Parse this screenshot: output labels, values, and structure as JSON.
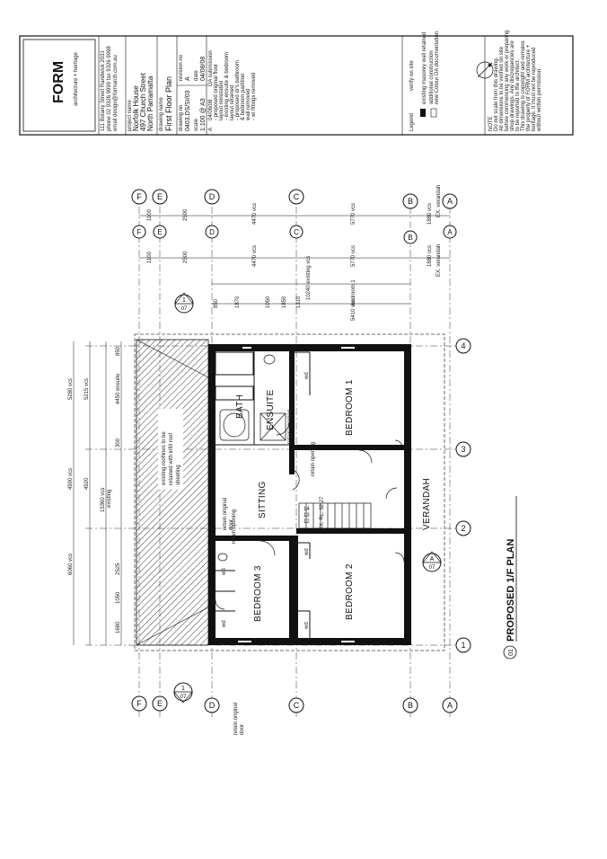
{
  "title_block": {
    "logo": "FORM",
    "logo_sub": "architecture + heritage",
    "company_lines": [
      "111 Botany Street Randwick 2031",
      "phone 02 9326 9999 fax 9326 9998",
      "email   design@formarch.com.au"
    ],
    "project_label": "project name",
    "project_lines": [
      "Norfolk House",
      "497 Church Street",
      "North Parramatta"
    ],
    "drawing_name_label": "drawing name",
    "drawing_name": "First Floor Plan",
    "drawing_no_label": "drawing no",
    "drawing_no": "0403.DS/SI/03",
    "revision_label": "revision no",
    "revision": "A",
    "scale_label": "scale",
    "scale": "1:100 @ A3",
    "date_label": "date",
    "date": "04/08/08",
    "rev_entry_letter": "A",
    "rev_entry_date": "04/08/08",
    "rev_entry_desc": [
      "DA submission",
      "- proposed original floor",
      "  layout reinstated",
      "- existing ensuite & bedroom",
      "  layout retained",
      "- proposed dr's bathroom",
      "  & bedroom partition",
      "  wall removed",
      "- wi fittings removed"
    ],
    "legend_label": "Legend",
    "legend_verify": "verify on site",
    "legend_items": [
      "existing masonry wall retained",
      "additional construction",
      "new Colour DA documentation"
    ],
    "note_label": "NOTE",
    "note_lines": [
      "Do not scale from this drawing.",
      "All dimensions to be verified on site",
      "before commencing any work or preparing",
      "shop drawings. Any discrepancies are",
      "to be reported to the architect.",
      "This drawing is copyright and remains",
      "the property of FORM architecture +",
      "heritage. It must not be reproduced",
      "without written permission."
    ]
  },
  "plan": {
    "title": "PROPOSED 1/F PLAN",
    "title_no": "01",
    "rooms": {
      "bath": "BATH",
      "ensuite": "ENSUITE",
      "bedroom1": "BEDROOM 1",
      "sitting": "SITTING",
      "verandah": "VERANDAH",
      "bedroom2": "BEDROOM 2",
      "bedroom3": "BEDROOM 3"
    },
    "wardrobe": "wd",
    "annotations": {
      "retain_opening_1": "retain opening",
      "retain_opening_2": "retain opening",
      "retain_orig_door_1": "retain original",
      "retain_orig_door_1b": "door",
      "retain_orig_door_2": "retain original",
      "retain_orig_door_2b": "door",
      "roof_note_1": "existing rooflines to be",
      "roof_note_2": "retained with infill roof",
      "roof_note_3": "sheeting",
      "rl": "EX. RL. 32.27",
      "stair_numbers": [
        "14",
        "13",
        "12",
        "11",
        "10"
      ]
    },
    "grid_letters": [
      "F",
      "E",
      "D",
      "C",
      "B",
      "A"
    ],
    "grid_numbers": [
      "1",
      "2",
      "3",
      "4"
    ],
    "section_markers": [
      {
        "num": "1",
        "ref": "07"
      },
      {
        "num": "A",
        "ref": "07"
      },
      {
        "num": "1",
        "ref": "07"
      }
    ],
    "dims_top_outer": [
      "1100",
      "2500",
      "4470 vcs",
      "5770 vcs",
      "1880 vcs"
    ],
    "dims_top_outer_ex": "EX. verandah",
    "dims_top_inner": [
      "1100",
      "2500",
      "4470 vcs",
      "5770 vcs",
      "1880 vcs"
    ],
    "dims_top_inner_ex": "EX. verandah",
    "dims_existing": "10240 existing vcs",
    "dims_bedroom": [
      "850",
      "1870",
      "1050",
      "1850",
      "1310",
      "5410 vcs"
    ],
    "dims_bedroom_label": "bedroom 1",
    "dims_left": {
      "d6060": "6060 vcs",
      "d4900": "4900 vcs",
      "d4920": "4920",
      "d15360": "15360 vcs",
      "d15360b": "existing",
      "d5280": "5280 vcs",
      "d5215": "5215 vcs",
      "d4450": "4450 ensuite",
      "d1680": "1680",
      "d1050": "1050",
      "d2525": "2525",
      "d850": "850",
      "d300": "300"
    }
  },
  "colors": {
    "ink": "#111111",
    "hatch": "#555555",
    "paper": "#ffffff"
  }
}
